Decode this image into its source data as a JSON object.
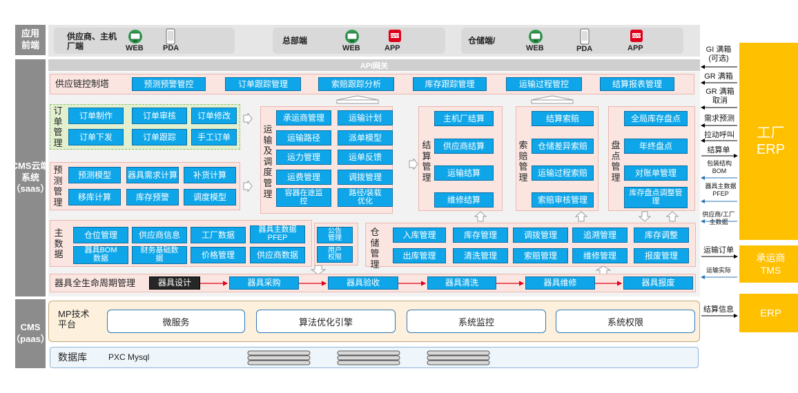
{
  "layers": {
    "frontend": "应用前端",
    "cloud": "CMS云端系统（saas）",
    "paas": "CMS（paas）"
  },
  "frontend": {
    "supplier": {
      "name": "供应商、主机厂端",
      "icons": [
        {
          "label": "WEB",
          "icon": "monitor-icon"
        },
        {
          "label": "PDA",
          "icon": "phone-icon"
        }
      ]
    },
    "hq": {
      "name": "总部端",
      "icons": [
        {
          "label": "WEB",
          "icon": "monitor-icon"
        },
        {
          "label": "APP",
          "icon": "app-icon"
        }
      ]
    },
    "warehouse": {
      "name": "仓储端/",
      "icons": [
        {
          "label": "WEB",
          "icon": "monitor-icon"
        },
        {
          "label": "PDA",
          "icon": "phone-icon"
        },
        {
          "label": "APP",
          "icon": "app-icon"
        }
      ]
    }
  },
  "api_gateway": "API网关",
  "control_tower": {
    "title": "供应链控制塔",
    "items": [
      "预测预警管控",
      "订单跟踪管理",
      "索赔跟踪分析",
      "库存跟踪管理",
      "运输过程管控",
      "结算报表管理"
    ]
  },
  "order_mgmt": {
    "title": "订单管理",
    "items": [
      "订单制作",
      "订单审核",
      "订单修改",
      "订单下发",
      "订单跟踪",
      "手工订单"
    ]
  },
  "forecast_mgmt": {
    "title": "预测管理",
    "items": [
      "预测模型",
      "器具需求计算",
      "补货计算",
      "移库计算",
      "库存预警",
      "调度模型"
    ]
  },
  "transport_mgmt": {
    "title": "运输及调度管理",
    "items": [
      "承运商管理",
      "运输计划",
      "运输路径",
      "派单模型",
      "运力管理",
      "运单反馈",
      "运费管理",
      "调拨管理",
      "容器在途监控",
      "路径/装载优化"
    ]
  },
  "settlement_mgmt": {
    "title": "结算管理",
    "items": [
      "主机厂结算",
      "供应商结算",
      "运输结算",
      "维修结算"
    ]
  },
  "claim_mgmt": {
    "title": "索赔管理",
    "items": [
      "结算索赔",
      "仓储差异索赔",
      "运输过程索赔",
      "索赔审核管理"
    ]
  },
  "inventory_mgmt": {
    "title": "盘点管理",
    "items": [
      "全局库存盘点",
      "年终盘点",
      "对账单管理",
      "库存盘点调整管理"
    ]
  },
  "master_data": {
    "title": "主数据",
    "items": [
      "仓位管理",
      "供应商信息",
      "工厂数据",
      "器具主数据PFEP",
      "器具BOM数据",
      "财务基础数据",
      "价格管理",
      "供应商数据"
    ]
  },
  "misc": {
    "items": [
      "公告管理",
      "用户权限"
    ]
  },
  "warehouse_mgmt": {
    "title": "仓储管理",
    "items": [
      "入库管理",
      "库存管理",
      "调拨管理",
      "追溯管理",
      "库存调整",
      "出库管理",
      "清洗管理",
      "索赔管理",
      "维修管理",
      "报废管理"
    ]
  },
  "lifecycle": {
    "title": "器具全生命周期管理",
    "items": [
      "器具设计",
      "器具采购",
      "器具验收",
      "器具清洗",
      "器具维修",
      "器具报废"
    ]
  },
  "mp": {
    "title": "MP技术平台",
    "items": [
      "微服务",
      "算法优化引擎",
      "系统监控",
      "系统权限"
    ]
  },
  "database": {
    "title": "数据库",
    "name": "PXC Mysql"
  },
  "external": {
    "factory_erp": "工厂ERP",
    "tms": "承运商TMS",
    "erp": "ERP",
    "factory_flows": [
      "GI 满箱(可选)",
      "GR 满箱",
      "GR 满箱取消",
      "需求预测",
      "拉动呼叫",
      "结算单",
      "包装结构BOM",
      "器具主数据PFEP",
      "供应商/工厂主数据"
    ],
    "tms_flows": [
      "运输订单",
      "运输实际"
    ],
    "erp_flows": [
      "结算信息"
    ]
  },
  "colors": {
    "blue": "#0ea6e9",
    "pink": "#fbe5e1",
    "green": "#e2f0d0",
    "orange": "#ffc000",
    "gray": "#8c8c8c",
    "red": "#e0001b"
  }
}
